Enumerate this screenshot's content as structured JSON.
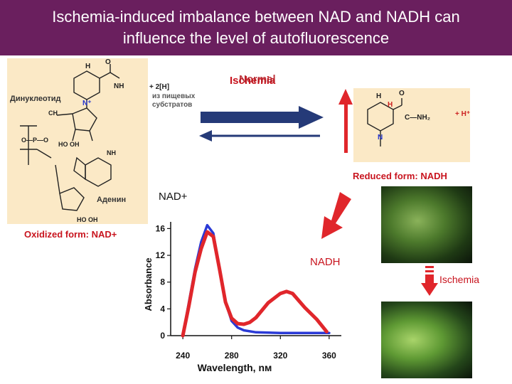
{
  "title": {
    "line1": "Ischemia-induced imbalance between NAD and NADH can",
    "line2": "influence the level of autofluorescence"
  },
  "nad_panel": {
    "dinucleotide": "Динуклеотид",
    "adenine": "Аденин",
    "plus_2h": "+ 2[H]",
    "substrate_note_1": "из пищевых",
    "substrate_note_2": "субстратов",
    "oxidized_label": "Oxidized form: NAD+"
  },
  "nadh_panel": {
    "plus_h": "+ H⁺",
    "reduced_label": "Reduced form: NADH"
  },
  "center": {
    "overlap_word_a": "Ischemia",
    "overlap_word_b": "Normal",
    "nad_plus_label": "NAD+",
    "nadh_label": "NADH"
  },
  "right": {
    "ischemia_label": "Ischemia"
  },
  "chart_data": {
    "type": "line",
    "xlabel": "Wavelength, nм",
    "ylabel": "Absorbance",
    "x_ticks": [
      240,
      280,
      320,
      360
    ],
    "y_ticks": [
      0,
      4,
      8,
      12,
      16
    ],
    "xlim": [
      230,
      370
    ],
    "ylim": [
      0,
      17
    ],
    "series": [
      {
        "name": "NAD+",
        "color": "#2a3ad6",
        "points": [
          [
            240,
            0
          ],
          [
            245,
            5
          ],
          [
            250,
            10
          ],
          [
            255,
            14
          ],
          [
            260,
            16.5
          ],
          [
            265,
            15.3
          ],
          [
            270,
            10
          ],
          [
            275,
            5
          ],
          [
            280,
            2.2
          ],
          [
            285,
            1.2
          ],
          [
            290,
            0.8
          ],
          [
            300,
            0.5
          ],
          [
            320,
            0.4
          ],
          [
            340,
            0.4
          ],
          [
            360,
            0.4
          ]
        ]
      },
      {
        "name": "NADH",
        "color": "#e0262b",
        "points": [
          [
            240,
            0
          ],
          [
            245,
            4.5
          ],
          [
            250,
            9.5
          ],
          [
            255,
            13
          ],
          [
            260,
            15.5
          ],
          [
            265,
            14.8
          ],
          [
            270,
            10
          ],
          [
            275,
            5
          ],
          [
            280,
            2.6
          ],
          [
            285,
            1.8
          ],
          [
            290,
            1.7
          ],
          [
            295,
            2
          ],
          [
            300,
            2.7
          ],
          [
            310,
            4.9
          ],
          [
            320,
            6.3
          ],
          [
            325,
            6.6
          ],
          [
            330,
            6.3
          ],
          [
            340,
            4.2
          ],
          [
            350,
            2.4
          ],
          [
            358,
            0.6
          ]
        ]
      }
    ]
  }
}
